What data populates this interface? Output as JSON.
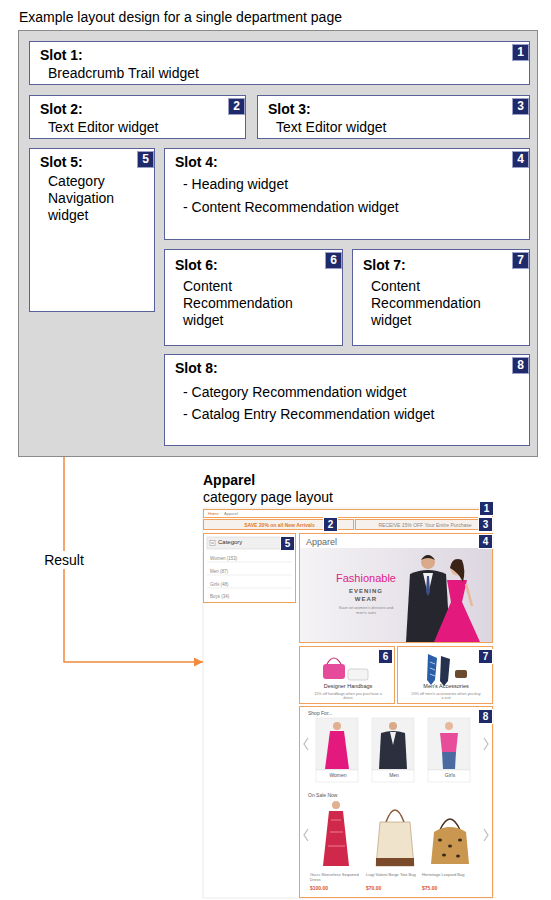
{
  "diagram": {
    "nodes": [
      {
        "text": [
          "Example layout design for a single department page"
        ]
      },
      {
        "text": [
          "Slot 1:",
          "Breadcrumb Trail widget"
        ],
        "in": 0
      },
      {
        "text": [
          "1"
        ],
        "in": 1
      },
      {
        "text": [
          "Slot 2:",
          "Text Editor widget"
        ],
        "in": 0
      },
      {
        "text": [
          "2"
        ],
        "in": 3
      },
      {
        "text": [
          "Slot 3:",
          "Text Editor widget"
        ],
        "in": 0
      },
      {
        "text": [
          "3"
        ],
        "in": 5
      },
      {
        "text": [
          "Slot 4:",
          "- Heading widget",
          "- Content Recommendation widget"
        ],
        "in": 0
      },
      {
        "text": [
          "4"
        ],
        "in": 7
      },
      {
        "text": [
          "Slot 5:",
          "Category Navigation widget"
        ],
        "in": 0
      },
      {
        "text": [
          "5"
        ],
        "in": 9
      },
      {
        "text": [
          "Slot 6:",
          "Content Recommendation widget"
        ],
        "in": 0
      },
      {
        "text": [
          "6"
        ],
        "in": 11
      },
      {
        "text": [
          "Slot 7:",
          "Content Recommendation widget"
        ],
        "in": 0
      },
      {
        "text": [
          "7"
        ],
        "in": 13
      },
      {
        "text": [
          "Slot 8:",
          "- Category Recommendation widget",
          "- Catalog Entry Recommendation widget"
        ],
        "in": 0
      },
      {
        "text": [
          "8"
        ],
        "in": 15
      },
      {
        "text": [
          "Apparel",
          "category page layout"
        ]
      },
      {
        "text": [
          "Home",
          "Apparel"
        ],
        "in": 17
      },
      {
        "text": [
          "1"
        ],
        "in": 18
      },
      {
        "text": [
          "SAVE 20% on all New Arrivals"
        ],
        "in": 17
      },
      {
        "text": [
          "2"
        ],
        "in": 20
      },
      {
        "text": [
          "RECEIVE 15% OFF Your Entire Purchase"
        ],
        "in": 17
      },
      {
        "text": [
          "3"
        ],
        "in": 22
      },
      {
        "text": [
          "Apparel",
          "Fashionable",
          "EVENING WEAR",
          "Save on women's dresses and men's suits"
        ],
        "in": 17
      },
      {
        "text": [
          "4"
        ],
        "in": 24
      },
      {
        "text": [
          "Category",
          "Women (153)",
          "Men (87)",
          "Girls (48)",
          "Boys (34)"
        ],
        "in": 17
      },
      {
        "text": [
          "5"
        ],
        "in": 26
      },
      {
        "text": [
          "Designer Handbags",
          "15% off handbags when you purchase a dress"
        ],
        "in": 17
      },
      {
        "text": [
          "6"
        ],
        "in": 28
      },
      {
        "text": [
          "Men's Accessories",
          "20% off men's accessories when you buy a suit"
        ],
        "in": 17
      },
      {
        "text": [
          "7"
        ],
        "in": 30
      },
      {
        "text": [
          "Shop For...",
          "Women",
          "Men",
          "Girls",
          "On Sale Now",
          "Gucci Sleeveless Sequined Dress",
          "$100.00",
          "Luigi Valenti Beige Tote Bag",
          "$70.00",
          "Hermitage Leopard Bag",
          "$75.00"
        ],
        "in": 17
      },
      {
        "text": [
          "8"
        ],
        "in": 32
      }
    ],
    "edges": [
      {
        "from": 0,
        "to": 17,
        "arrow": "to",
        "label": "Result"
      }
    ]
  }
}
